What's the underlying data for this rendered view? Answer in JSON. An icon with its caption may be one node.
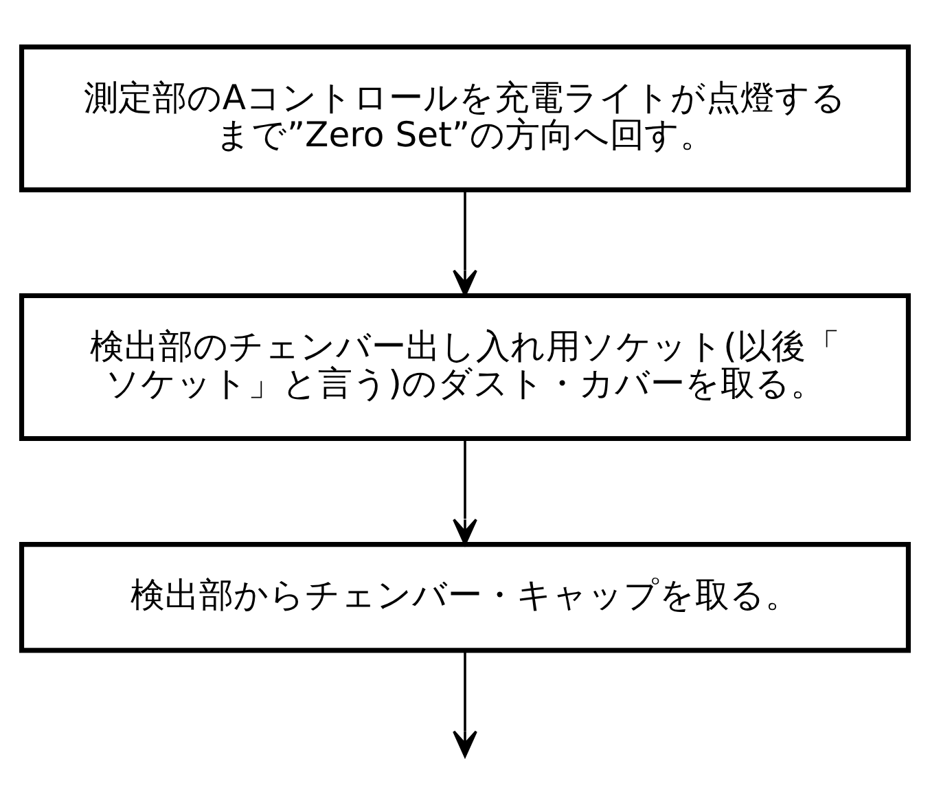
{
  "diagram": {
    "nodes": [
      {
        "text": [
          "測定部のAコントロールを充電ライトが点燈するまで”Zero Set”の方向へ回す。"
        ]
      },
      {
        "text": [
          "検出部のチェンバー出し入れ用ソケット(以後「ソケット」と言う)のダスト・カバーを取る。"
        ]
      },
      {
        "text": [
          "検出部からチェンバー・キャップを取る。"
        ]
      }
    ],
    "edges": [
      {
        "from": 0,
        "to": 1,
        "arrow": "to"
      },
      {
        "from": 1,
        "to": 2,
        "arrow": "to"
      },
      {
        "from": 2,
        "to": null,
        "arrow": "to"
      }
    ]
  }
}
